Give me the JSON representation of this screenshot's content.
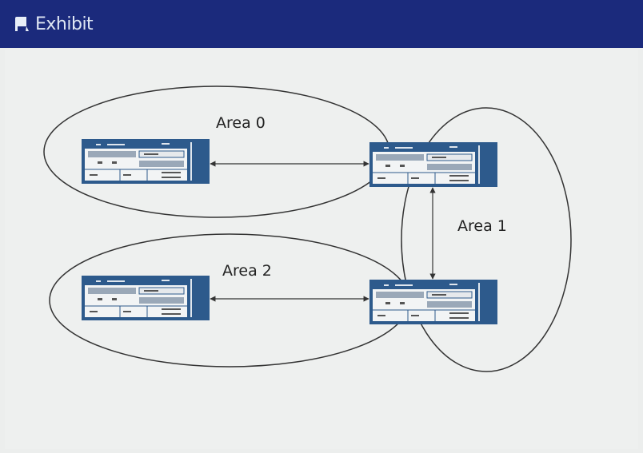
{
  "header": {
    "title": "Exhibit",
    "icon": "exhibit-icon"
  },
  "diagram": {
    "areas": [
      {
        "label": "Area 0"
      },
      {
        "label": "Area 1"
      },
      {
        "label": "Area 2"
      }
    ],
    "colors": {
      "header": "#1b2a7c",
      "router": "#2d5a8c",
      "line": "#333333"
    }
  }
}
